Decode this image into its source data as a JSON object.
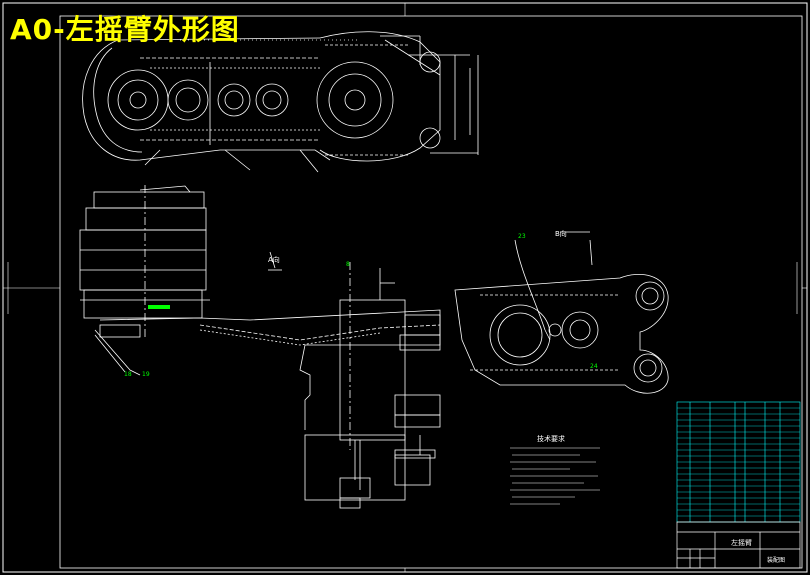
{
  "title": "A0-左摇臂外形图",
  "views": {
    "section_a": "A向",
    "section_b": "B向"
  },
  "part_balloons": [
    "23",
    "18",
    "19",
    "8",
    "24"
  ],
  "notes_heading": "技术要求",
  "title_block": {
    "drawing_name": "左摇臂",
    "label": "装配图"
  },
  "colors": {
    "background": "#000000",
    "line": "#ffffff",
    "title": "#ffff00",
    "balloon": "#00ff00",
    "table": "#00ffff"
  }
}
